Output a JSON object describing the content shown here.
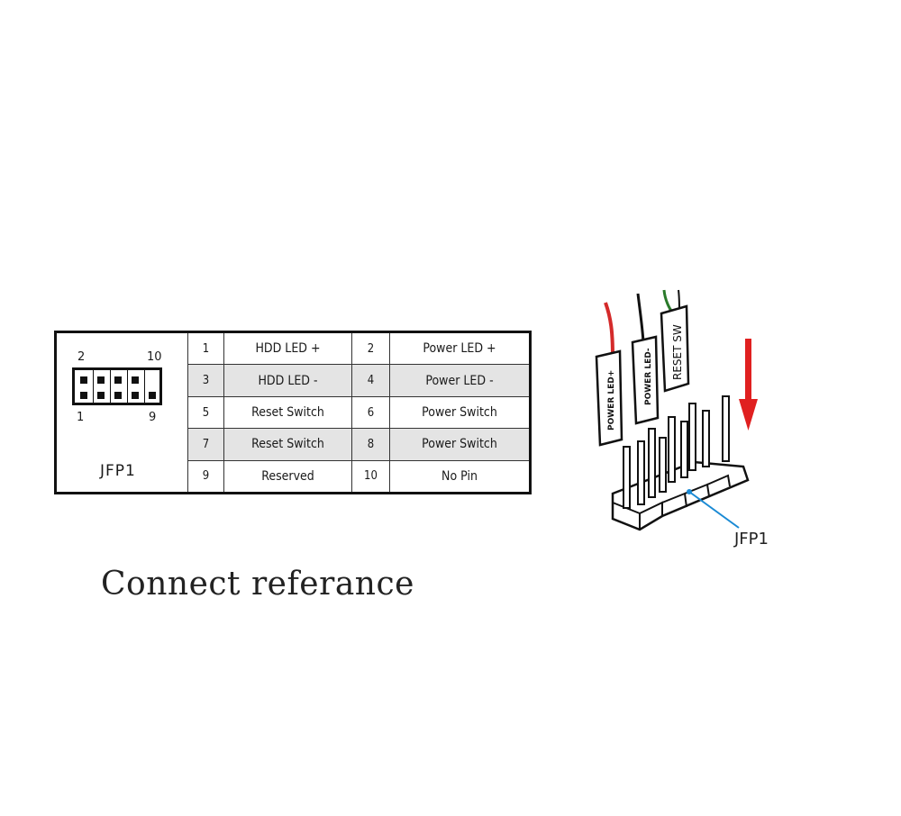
{
  "header": {
    "top_left_label": "2",
    "top_right_label": "10",
    "bottom_left_label": "1",
    "bottom_right_label": "9",
    "name": "JFP1"
  },
  "pinout": [
    {
      "pin_a": "1",
      "name_a": "HDD LED +",
      "pin_b": "2",
      "name_b": "Power LED +"
    },
    {
      "pin_a": "3",
      "name_a": "HDD LED -",
      "pin_b": "4",
      "name_b": "Power LED -"
    },
    {
      "pin_a": "5",
      "name_a": "Reset Switch",
      "pin_b": "6",
      "name_b": "Power Switch"
    },
    {
      "pin_a": "7",
      "name_a": "Reset Switch",
      "pin_b": "8",
      "name_b": "Power Switch"
    },
    {
      "pin_a": "9",
      "name_a": "Reserved",
      "pin_b": "10",
      "name_b": "No Pin"
    }
  ],
  "caption": "Connect referance",
  "illustration": {
    "connector_1": "POWER LED+",
    "connector_2": "POWER LED-",
    "connector_3": "RESET SW",
    "header_label": "JFP1",
    "colors": {
      "red_wire": "#d42a2a",
      "black_wire": "#111111",
      "green_wire": "#2a7a2a",
      "arrow": "#e02020",
      "callout": "#1a8ad4"
    }
  }
}
